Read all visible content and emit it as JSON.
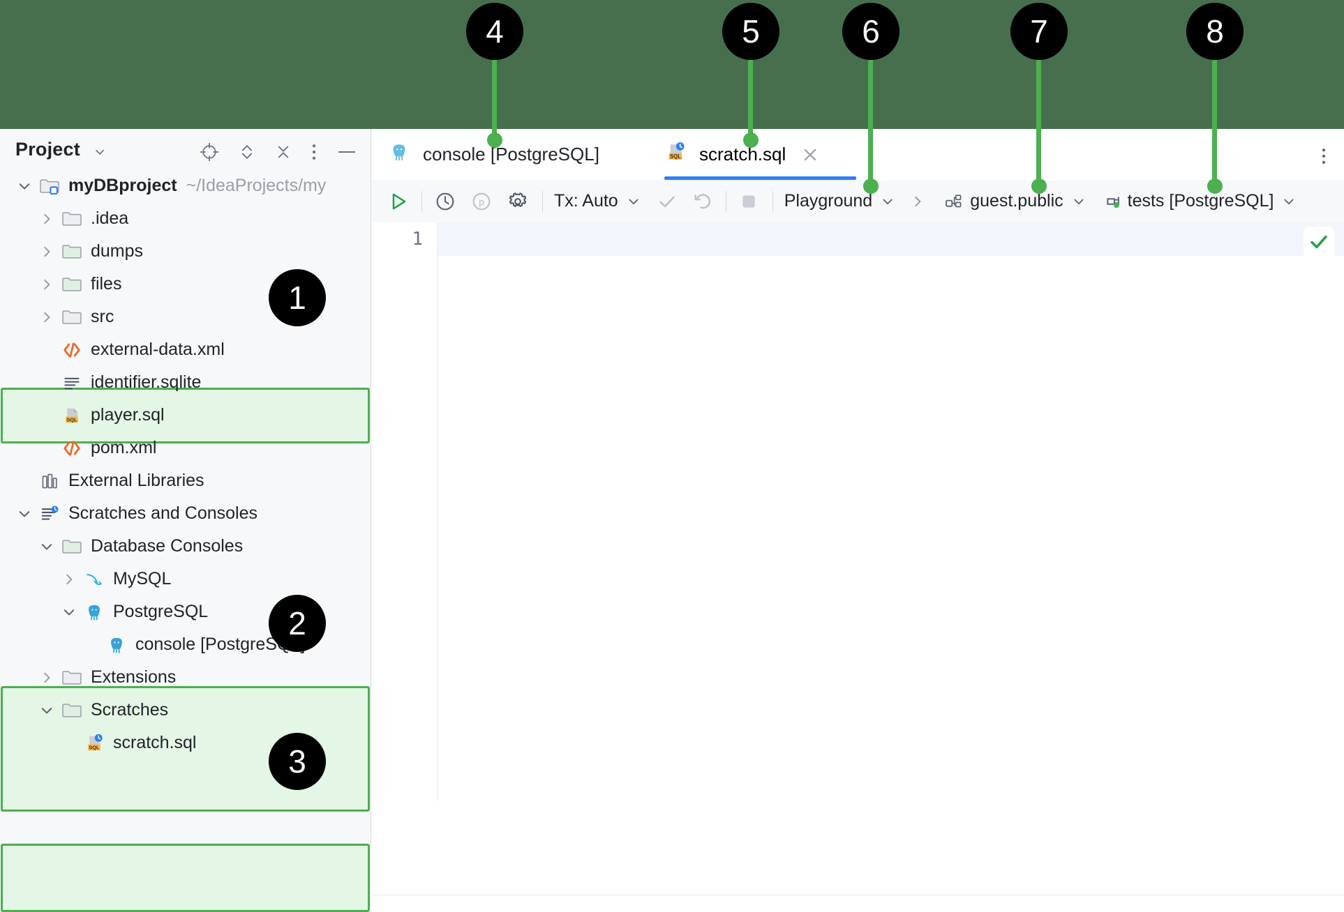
{
  "banner": {
    "color": "#476f4e"
  },
  "callouts": [
    {
      "n": "4"
    },
    {
      "n": "5"
    },
    {
      "n": "6"
    },
    {
      "n": "7"
    },
    {
      "n": "8"
    }
  ],
  "markers": [
    {
      "n": "1"
    },
    {
      "n": "2"
    },
    {
      "n": "3"
    }
  ],
  "sidebar": {
    "title": "Project",
    "icons": [
      "locate-icon",
      "expand-collapse-icon",
      "collapse-all-icon",
      "more-options-icon",
      "minimize-icon"
    ],
    "tree": [
      {
        "label": "myDBproject",
        "sub": "~/IdeaProjects/my",
        "icon": "project-folder-icon",
        "arrow": "down",
        "indent": 0,
        "bold": true
      },
      {
        "label": ".idea",
        "icon": "folder-icon",
        "arrow": "right",
        "indent": 1
      },
      {
        "label": "dumps",
        "icon": "folder-icon",
        "arrow": "right",
        "indent": 1
      },
      {
        "label": "files",
        "icon": "folder-icon",
        "arrow": "right",
        "indent": 1
      },
      {
        "label": "src",
        "icon": "folder-icon",
        "arrow": "right",
        "indent": 1
      },
      {
        "label": "external-data.xml",
        "icon": "xml-file-icon",
        "arrow": "none",
        "indent": 1
      },
      {
        "label": "identifier.sqlite",
        "icon": "sqlite-file-icon",
        "arrow": "none",
        "indent": 1
      },
      {
        "label": "player.sql",
        "icon": "sql-file-icon",
        "arrow": "none",
        "indent": 1
      },
      {
        "label": "pom.xml",
        "icon": "xml-file-icon",
        "arrow": "none",
        "indent": 1
      },
      {
        "label": "External Libraries",
        "icon": "libraries-icon",
        "arrow": "none",
        "indent": 0
      },
      {
        "label": "Scratches and Consoles",
        "icon": "scratches-icon",
        "arrow": "down",
        "indent": 0
      },
      {
        "label": "Database Consoles",
        "icon": "folder-icon",
        "arrow": "down",
        "indent": 1
      },
      {
        "label": "MySQL",
        "icon": "mysql-icon",
        "arrow": "right",
        "indent": 2
      },
      {
        "label": "PostgreSQL",
        "icon": "postgresql-icon",
        "arrow": "down",
        "indent": 2
      },
      {
        "label": "console [PostgreSQL]",
        "icon": "postgresql-icon",
        "arrow": "none",
        "indent": 3
      },
      {
        "label": "Extensions",
        "icon": "folder-icon",
        "arrow": "right",
        "indent": 1
      },
      {
        "label": "Scratches",
        "icon": "folder-icon",
        "arrow": "down",
        "indent": 1
      },
      {
        "label": "scratch.sql",
        "icon": "sql-scratch-icon",
        "arrow": "none",
        "indent": 2,
        "selected": true
      }
    ]
  },
  "editor": {
    "tabs": [
      {
        "label": "console [PostgreSQL]",
        "icon": "postgresql-icon",
        "active": false,
        "closable": false
      },
      {
        "label": "scratch.sql",
        "icon": "sql-scratch-icon",
        "active": true,
        "closable": true
      }
    ],
    "tabbar_more": "more-options-icon",
    "toolbar": {
      "run": "run-icon",
      "history": "history-icon",
      "parameters": "parameters-icon",
      "settings": "settings-icon",
      "tx_label": "Tx: Auto",
      "commit": "commit-icon",
      "rollback": "rollback-icon",
      "stop": "stop-icon",
      "playground": "Playground",
      "breadcrumb_sep": "chevron-right-icon",
      "schema": "guest.public",
      "datasource": "tests [PostgreSQL]"
    },
    "gutter": {
      "line_number": "1"
    },
    "inspections": "inspection-ok-icon"
  }
}
